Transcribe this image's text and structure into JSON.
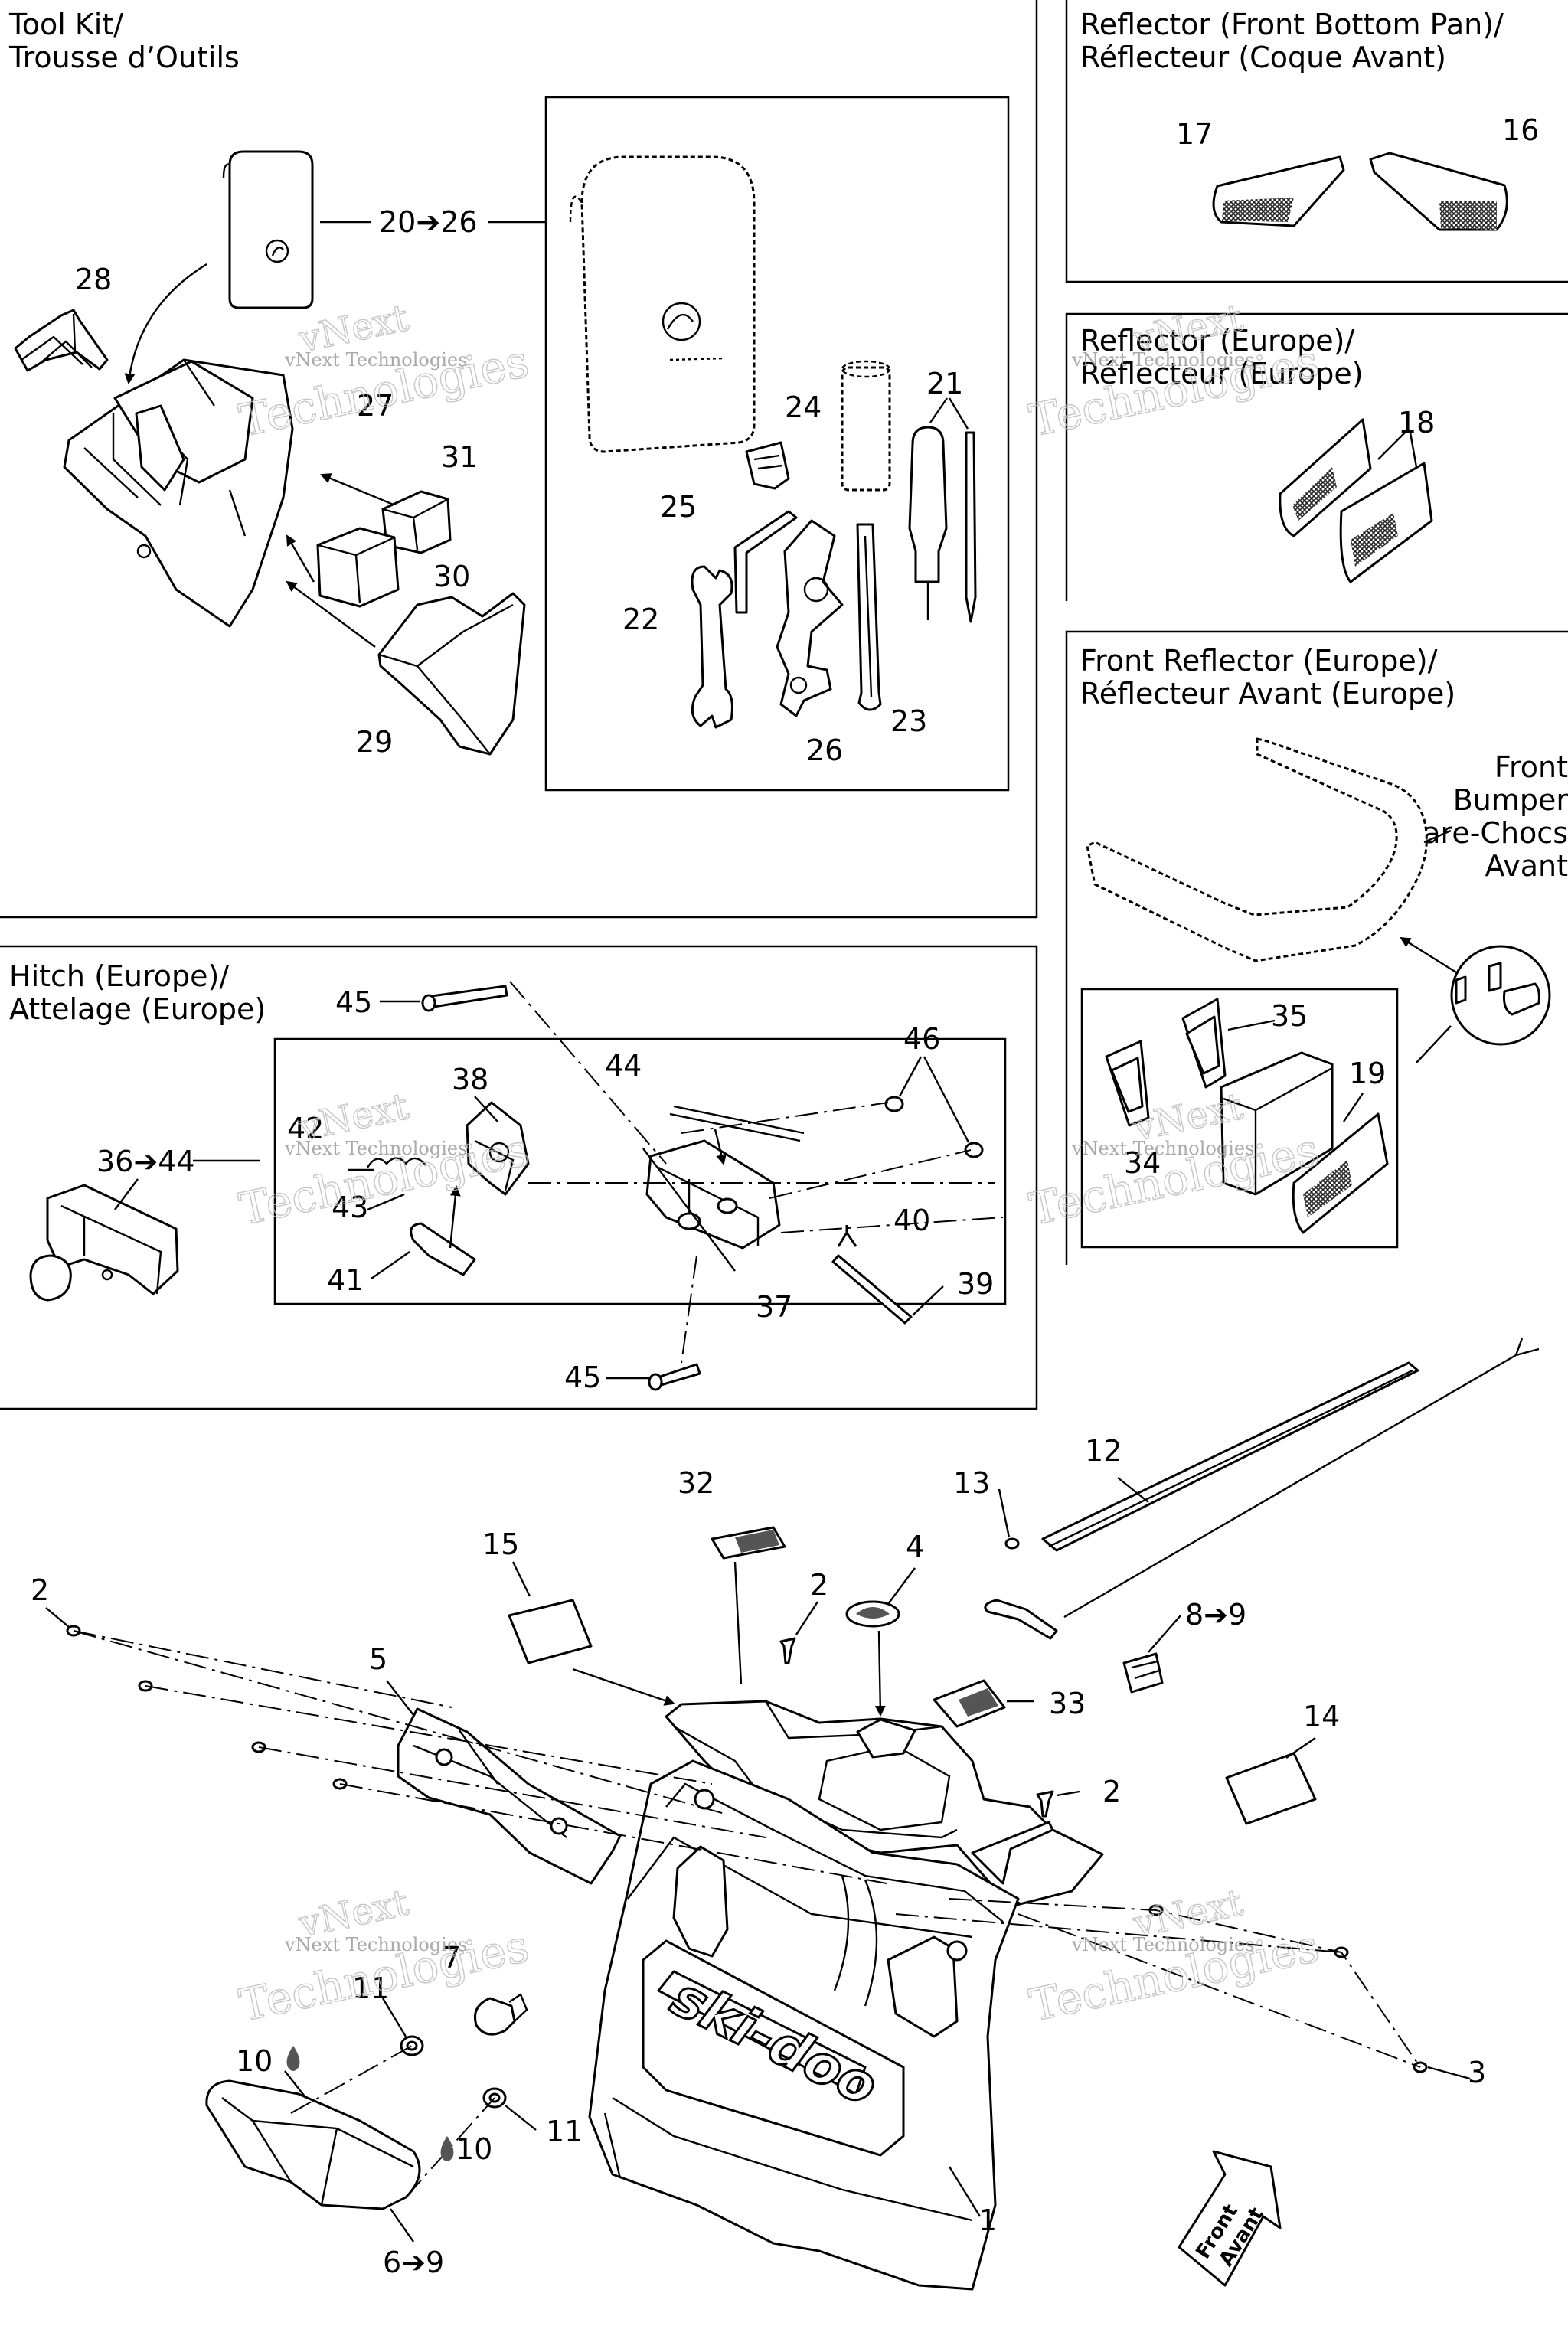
{
  "panels": {
    "tool_kit": [
      "Tool Kit/",
      "Trousse d’Outils"
    ],
    "reflector_bottom_pan": [
      "Reflector (Front Bottom Pan)/",
      "Réflecteur (Coque Avant)"
    ],
    "reflector_europe": [
      "Reflector (Europe)/",
      "Réflecteur (Europe)"
    ],
    "front_reflector_europe": [
      "Front Reflector (Europe)/",
      "Réflecteur Avant (Europe)"
    ],
    "front_bumper": [
      "Front",
      "Bumper",
      "Pare-Chocs",
      "Avant"
    ],
    "hitch_europe": [
      "Hitch (Europe)/",
      "Attelage (Europe)"
    ]
  },
  "callouts": {
    "c20_26": "20➔26",
    "c28": "28",
    "c27": "27",
    "c31": "31",
    "c30": "30",
    "c29": "29",
    "c24": "24",
    "c21": "21",
    "c25": "25",
    "c22": "22",
    "c23": "23",
    "c26": "26",
    "c17": "17",
    "c16": "16",
    "c18": "18",
    "c35": "35",
    "c19": "19",
    "c34": "34",
    "c45a": "45",
    "c46": "46",
    "c38": "38",
    "c44": "44",
    "c36_44": "36➔44",
    "c42": "42",
    "c43": "43",
    "c40": "40",
    "c41": "41",
    "c39": "39",
    "c37": "37",
    "c45b": "45",
    "c12": "12",
    "c13": "13",
    "c32": "32",
    "c15": "15",
    "c4": "4",
    "c2a": "2",
    "c2b": "2",
    "c2c": "2",
    "c8_9": "8➔9",
    "c5": "5",
    "c33": "33",
    "c14": "14",
    "c7": "7",
    "c11a": "11",
    "c3": "3",
    "c10a": "10",
    "c10b": "10",
    "c11b": "11",
    "c1": "1",
    "c6_9": "6➔9"
  },
  "front_arrow": [
    "Front",
    "Avant"
  ],
  "watermark": [
    "vNext",
    "Technologies",
    "vNext Technologies"
  ],
  "logo_text": "ski-doo",
  "icons": [
    "arrow-icon",
    "drop-icon"
  ]
}
